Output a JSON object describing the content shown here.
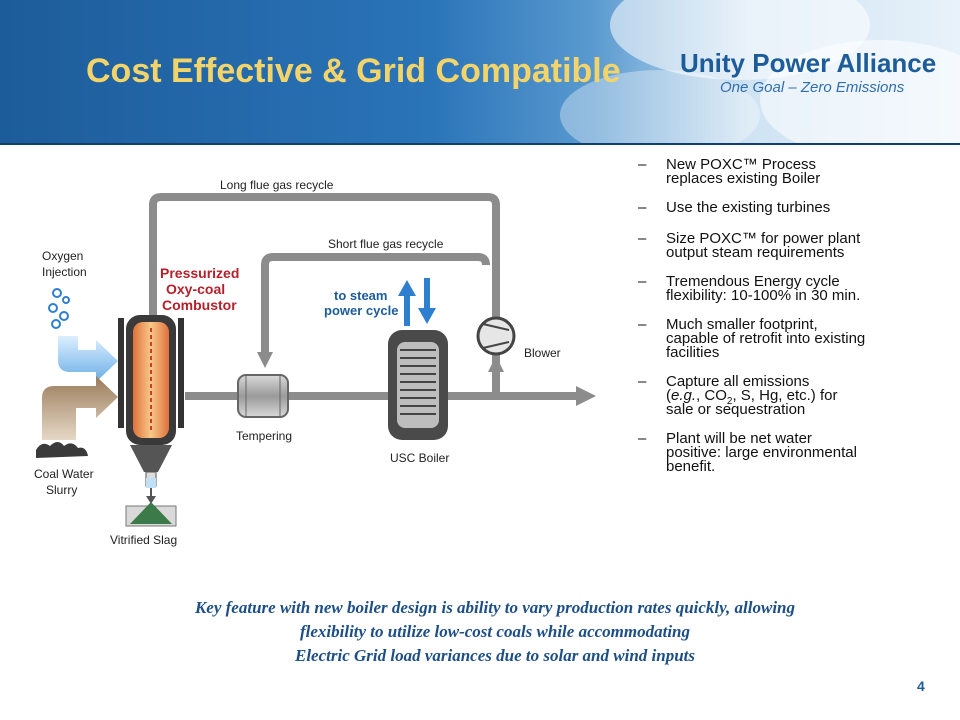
{
  "header": {
    "title": "Cost Effective & Grid Compatible",
    "logo_title": "Unity Power Alliance",
    "logo_tagline": "One Goal – Zero Emissions"
  },
  "diagram": {
    "long_flue_gas_recycle": "Long flue gas recycle",
    "short_flue_gas_recycle": "Short flue gas recycle",
    "oxygen_injection_line1": "Oxygen",
    "oxygen_injection_line2": "Injection",
    "combustor_line1": "Pressurized",
    "combustor_line2": "Oxy-coal",
    "combustor_line3": "Combustor",
    "steam_line1": "to steam",
    "steam_line2": "power cycle",
    "blower": "Blower",
    "tempering": "Tempering",
    "usc_boiler": "USC Boiler",
    "coal_line1": "Coal Water",
    "coal_line2": "Slurry",
    "vitrified_slag": "Vitrified Slag"
  },
  "bullets": [
    {
      "dash": "–",
      "line1": "New POXC™ Process",
      "line2": "replaces existing Boiler"
    },
    {
      "dash": "–",
      "line1": "Use the existing turbines"
    },
    {
      "dash": "–",
      "line1": "Size POXC™ for power plant",
      "line2": "output steam requirements"
    },
    {
      "dash": "–",
      "line1": "Tremendous Energy cycle",
      "line2": "flexibility: 10-100% in 30 min."
    },
    {
      "dash": "–",
      "line1": "Much smaller footprint,",
      "line2": "capable of retrofit into existing",
      "line3": "facilities"
    },
    {
      "dash": "–",
      "line1": "Capture all emissions",
      "line2_a": "(",
      "line2_eg": "e.g.",
      "line2_b": ", CO",
      "line2_sub": "2",
      "line2_c": ", S, Hg, etc.) for",
      "line3": "sale or sequestration"
    },
    {
      "dash": "–",
      "line1": "Plant will be net water",
      "line2": "positive:  large environmental",
      "line3": "benefit."
    }
  ],
  "footer": {
    "line1": "Key feature with new boiler design is ability to vary production rates quickly, allowing",
    "line2": "flexibility to utilize low-cost coals while accommodating",
    "line3": "Electric Grid load variances due to solar and wind inputs"
  },
  "page_number": "4",
  "colors": {
    "title": "#f3d46a",
    "brand_blue": "#1d5c9a",
    "combustor_label": "#b5202a",
    "pipe": "#8c8c8c",
    "slag": "#3d7a4a"
  }
}
